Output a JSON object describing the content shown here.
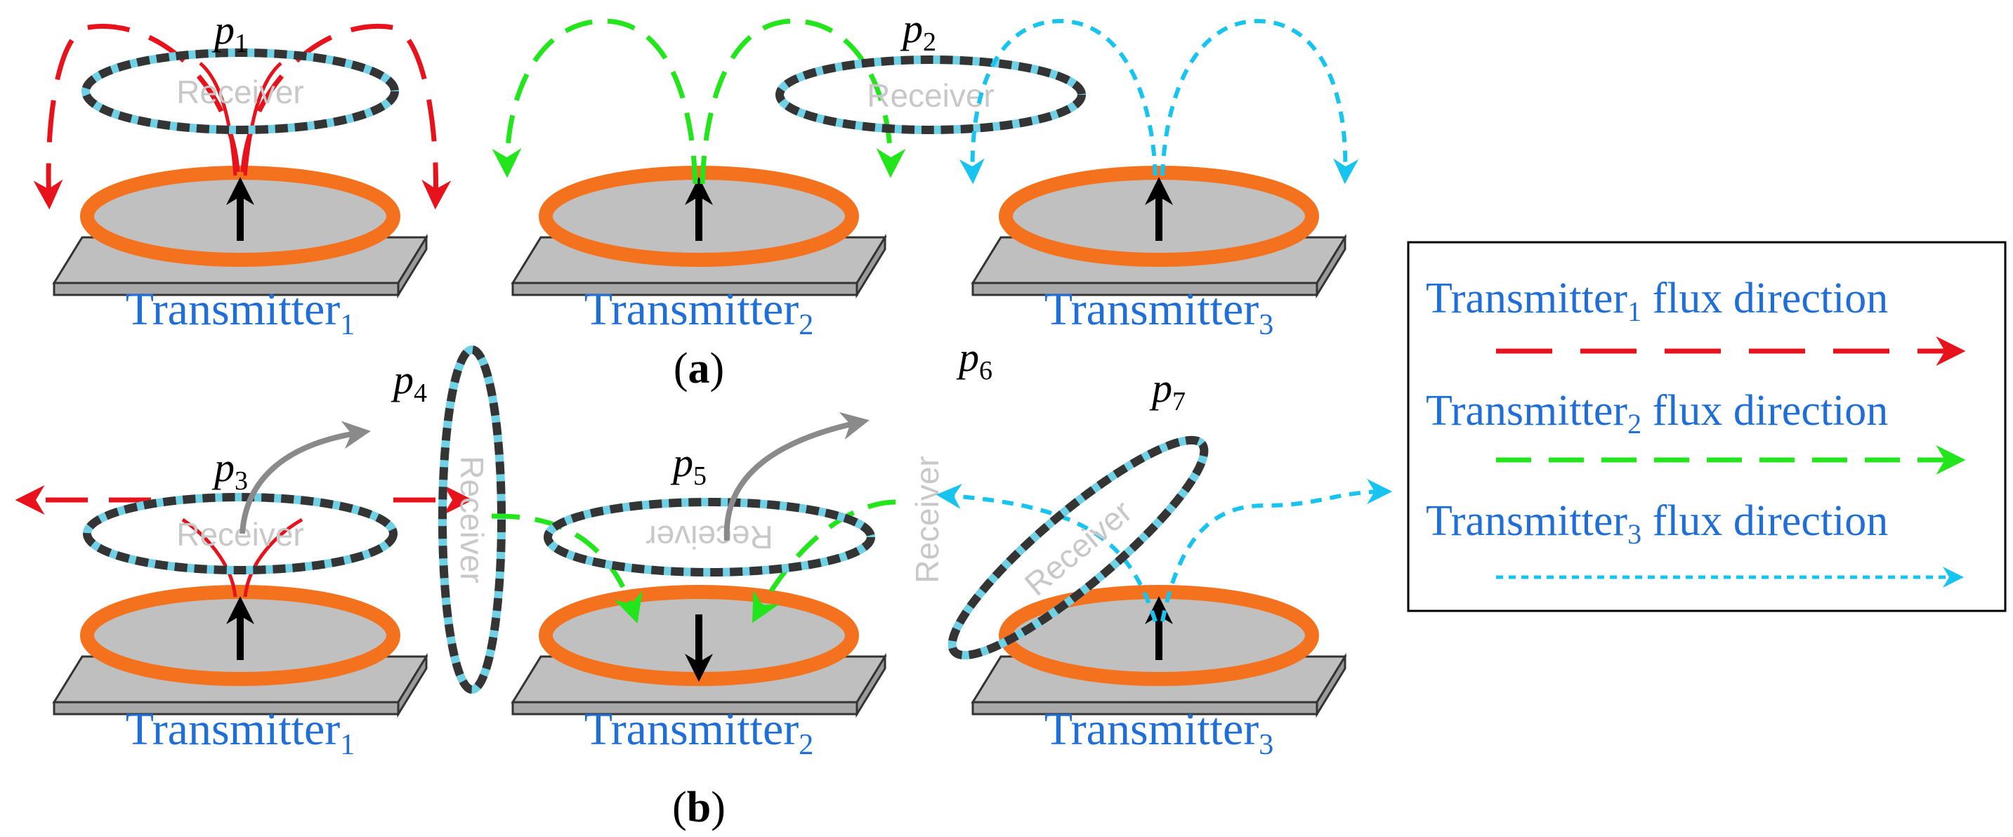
{
  "colors": {
    "transmitter1_flux": "#e8121d",
    "transmitter2_flux": "#22e61b",
    "transmitter3_flux": "#17c4ef",
    "coil": "#f4711d",
    "pad": "#bfbfbf",
    "label_text": "#1f6fd6",
    "receiver_outline": "#343434",
    "receiver_edge": "#6fd0e6",
    "receiver_text": "#c8c8c8",
    "other_flux": "#8a8a8a"
  },
  "panel_a": {
    "caption_letter": "a",
    "transmitters": [
      {
        "name": "Transmitter",
        "sub": "1"
      },
      {
        "name": "Transmitter",
        "sub": "2"
      },
      {
        "name": "Transmitter",
        "sub": "3"
      }
    ],
    "positions": [
      {
        "letter": "p",
        "sub": "1"
      },
      {
        "letter": "p",
        "sub": "2"
      }
    ],
    "receivers": [
      "Receiver",
      "Receiver"
    ]
  },
  "panel_b": {
    "caption_letter": "b",
    "transmitters": [
      {
        "name": "Transmitter",
        "sub": "1"
      },
      {
        "name": "Transmitter",
        "sub": "2"
      },
      {
        "name": "Transmitter",
        "sub": "3"
      }
    ],
    "positions": [
      {
        "letter": "p",
        "sub": "3"
      },
      {
        "letter": "p",
        "sub": "4"
      },
      {
        "letter": "p",
        "sub": "5"
      },
      {
        "letter": "p",
        "sub": "6"
      },
      {
        "letter": "p",
        "sub": "7"
      }
    ],
    "receivers": [
      "Receiver",
      "Receiver",
      "Receiver",
      "Receiver",
      "Receiver"
    ]
  },
  "legend": {
    "items": [
      {
        "name": "Transmitter",
        "sub": "1",
        "rest": " flux direction",
        "line_style": "long-dash"
      },
      {
        "name": "Transmitter",
        "sub": "2",
        "rest": " flux direction",
        "line_style": "medium-dash"
      },
      {
        "name": "Transmitter",
        "sub": "3",
        "rest": " flux direction",
        "line_style": "dotted"
      }
    ]
  }
}
